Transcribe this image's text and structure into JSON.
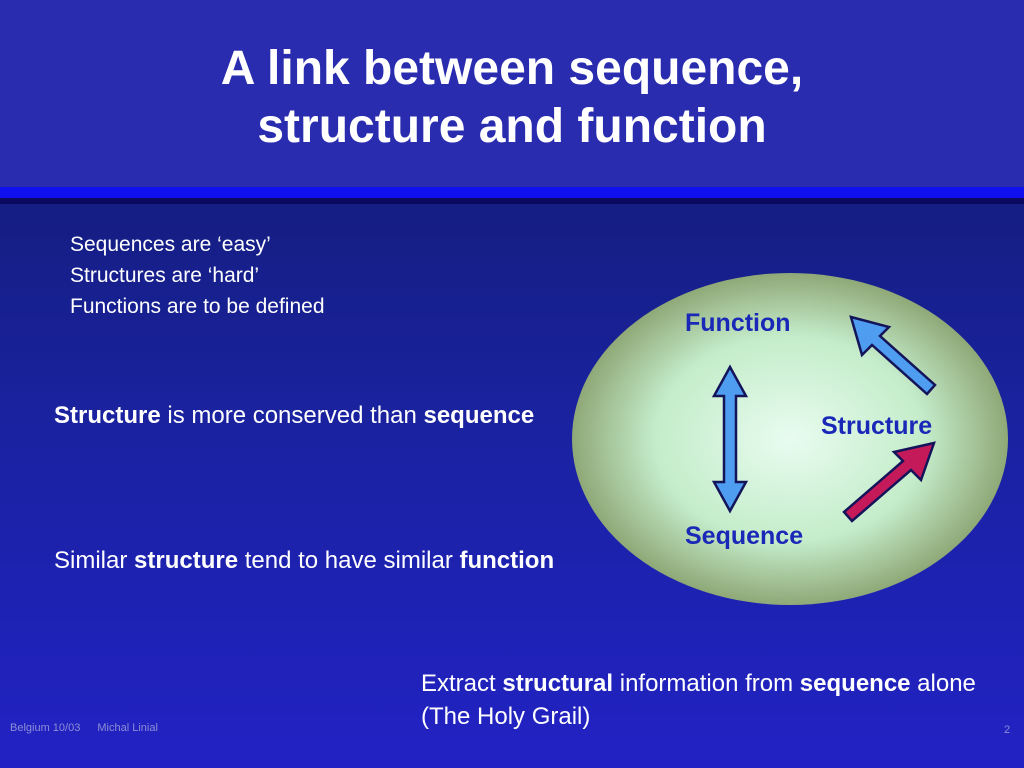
{
  "slide": {
    "title_line1": "A link between sequence,",
    "title_line2": "structure and function",
    "facts": [
      "Sequences are ‘easy’",
      "Structures are ‘hard’",
      "Functions are to be defined"
    ],
    "conserved": {
      "word1": "Structure",
      "text1": " is more conserved than ",
      "word2": "sequence"
    },
    "similar": {
      "text1": "Similar ",
      "word1": "structure",
      "text2": " tend to have similar ",
      "word2": "function"
    },
    "extract": {
      "text1": "Extract ",
      "word1": "structural",
      "text2": " information from ",
      "word2": "sequence",
      "text3": " alone  (The Holy Grail)"
    }
  },
  "diagram": {
    "labels": {
      "function": "Function",
      "structure": "Structure",
      "sequence": "Sequence"
    },
    "colors": {
      "ellipse_center": "#e8fcef",
      "ellipse_mid": "#c4ecca",
      "ellipse_edge": "#8fa877",
      "label": "#1a28b8",
      "blue_arrow": "#4f9df0",
      "red_arrow": "#c41a5a"
    }
  },
  "footer": {
    "venue": "Belgium 10/03",
    "author": "Michal Linial",
    "page": "2"
  }
}
